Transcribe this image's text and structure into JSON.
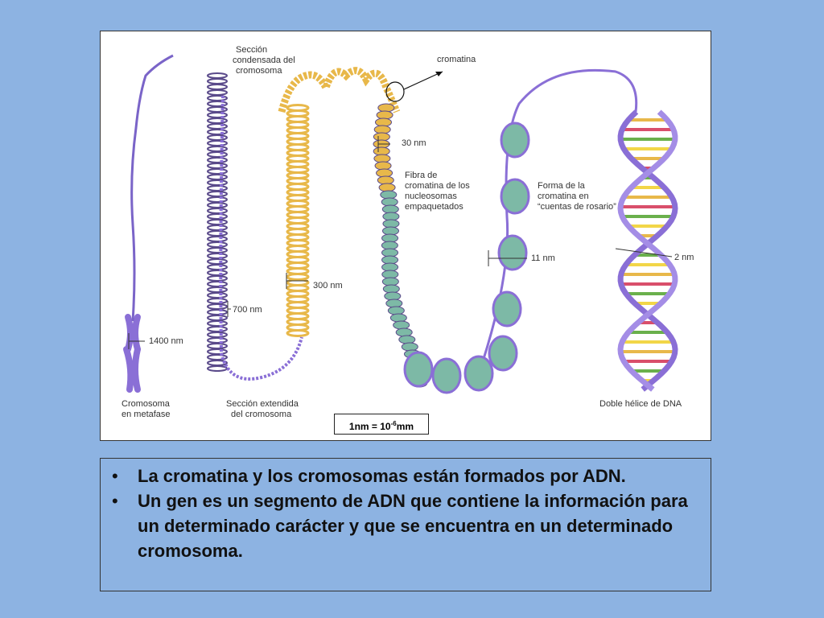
{
  "diagram": {
    "labels": {
      "cromatina": "cromatina",
      "seccion_condensada": [
        "Sección",
        "condensada del",
        "cromosoma"
      ],
      "nm30": "30 nm",
      "fibra": [
        "Fibra de",
        "cromatina de los",
        "nucleosomas",
        "empaquetados"
      ],
      "forma": [
        "Forma de la",
        "cromatina en",
        "“cuentas de rosario”"
      ],
      "nm11": "11 nm",
      "nm2": "2 nm",
      "nm300": "300 nm",
      "nm700": "700 nm",
      "nm1400": "1400 nm",
      "cromosoma_metafase": [
        "Cromosoma",
        "en metafase"
      ],
      "seccion_extendida": [
        "Sección extendida",
        "del cromosoma"
      ],
      "doble_helice": "Doble hélice de DNA"
    },
    "scale": {
      "prefix": "1nm = 10",
      "exponent": "-6",
      "suffix": "mm"
    }
  },
  "bullets": [
    "La cromatina y los cromosomas están formados por ADN.",
    "Un gen es un segmento de ADN que contiene la información para un determinado carácter y que se encuentra en un determinado cromosoma."
  ],
  "bullet_marker": "•",
  "colors": {
    "background": "#8db3e2",
    "dna_strand": "#8a6fd6",
    "chromatin_yellow": "#e8b84a",
    "nucleosome": "#7db9a6"
  }
}
